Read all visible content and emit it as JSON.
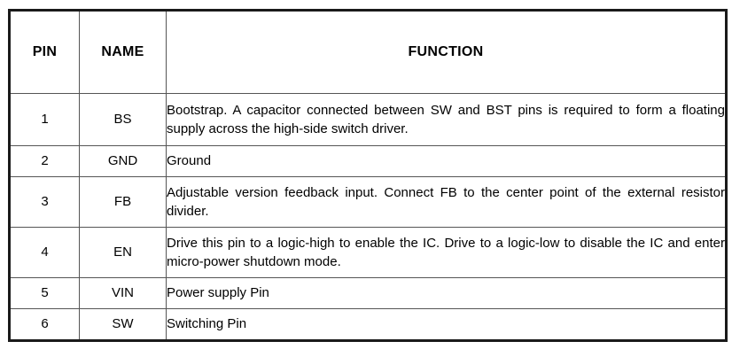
{
  "table": {
    "columns": [
      {
        "key": "pin",
        "label": "PIN",
        "align": "center"
      },
      {
        "key": "name",
        "label": "NAME",
        "align": "center"
      },
      {
        "key": "function",
        "label": "FUNCTION",
        "align": "center"
      }
    ],
    "rows": [
      {
        "pin": "1",
        "name": "BS",
        "function": "Bootstrap. A capacitor connected between SW and BST pins is required to form a floating supply across the high-side switch driver."
      },
      {
        "pin": "2",
        "name": "GND",
        "function": "Ground"
      },
      {
        "pin": "3",
        "name": "FB",
        "function": "Adjustable version feedback input. Connect FB to the center point of the external resistor divider."
      },
      {
        "pin": "4",
        "name": "EN",
        "function": "Drive this pin to a logic-high to enable the IC. Drive to a logic-low to disable the IC and enter micro-power shutdown mode."
      },
      {
        "pin": "5",
        "name": "VIN",
        "function": "Power supply Pin"
      },
      {
        "pin": "6",
        "name": "SW",
        "function": "Switching Pin"
      }
    ]
  },
  "style": {
    "page_background": "#ffffff",
    "text_color": "#000000",
    "outer_border_color": "#1a1a1a",
    "inner_border_color": "#555555"
  }
}
